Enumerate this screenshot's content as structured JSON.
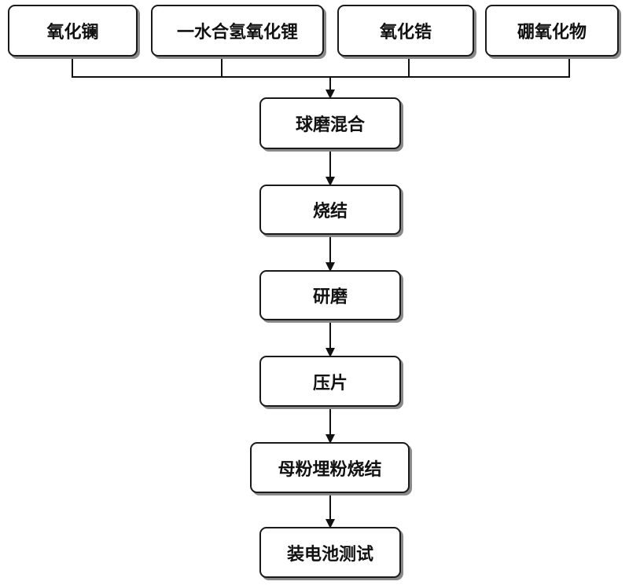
{
  "inputs": [
    {
      "label": "氧化镧"
    },
    {
      "label": "一水合氢氧化锂"
    },
    {
      "label": "氧化锆"
    },
    {
      "label": "硼氧化物"
    }
  ],
  "steps": [
    {
      "label": "球磨混合"
    },
    {
      "label": "烧结"
    },
    {
      "label": "研磨"
    },
    {
      "label": "压片"
    },
    {
      "label": "母粉埋粉烧结"
    },
    {
      "label": "装电池测试"
    }
  ]
}
